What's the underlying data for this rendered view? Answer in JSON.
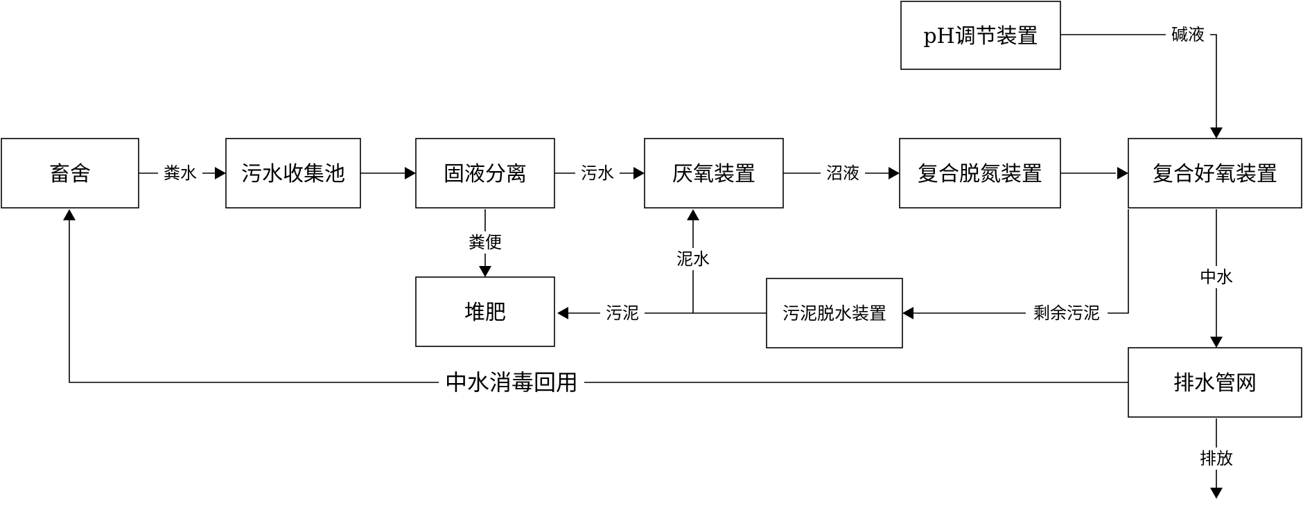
{
  "nodes": {
    "livestock_house": "畜舍",
    "sewage_collection_tank": "污水收集池",
    "solid_liquid_separation": "固液分离",
    "anaerobic_device": "厌氧装置",
    "composite_denitrification": "复合脱氮装置",
    "composite_aerobic": "复合好氧装置",
    "ph_adjustment": "pH调节装置",
    "compost": "堆肥",
    "sludge_dewatering": "污泥脱水装置",
    "drainage_network": "排水管网"
  },
  "edges": {
    "manure_water": "粪水",
    "sewage": "污水",
    "biogas_slurry": "沼液",
    "alkali": "碱液",
    "manure": "粪便",
    "mud_water": "泥水",
    "sludge": "污泥",
    "excess_sludge": "剩余污泥",
    "reclaimed_water": "中水",
    "reclaimed_reuse": "中水消毒回用",
    "discharge": "排放"
  }
}
